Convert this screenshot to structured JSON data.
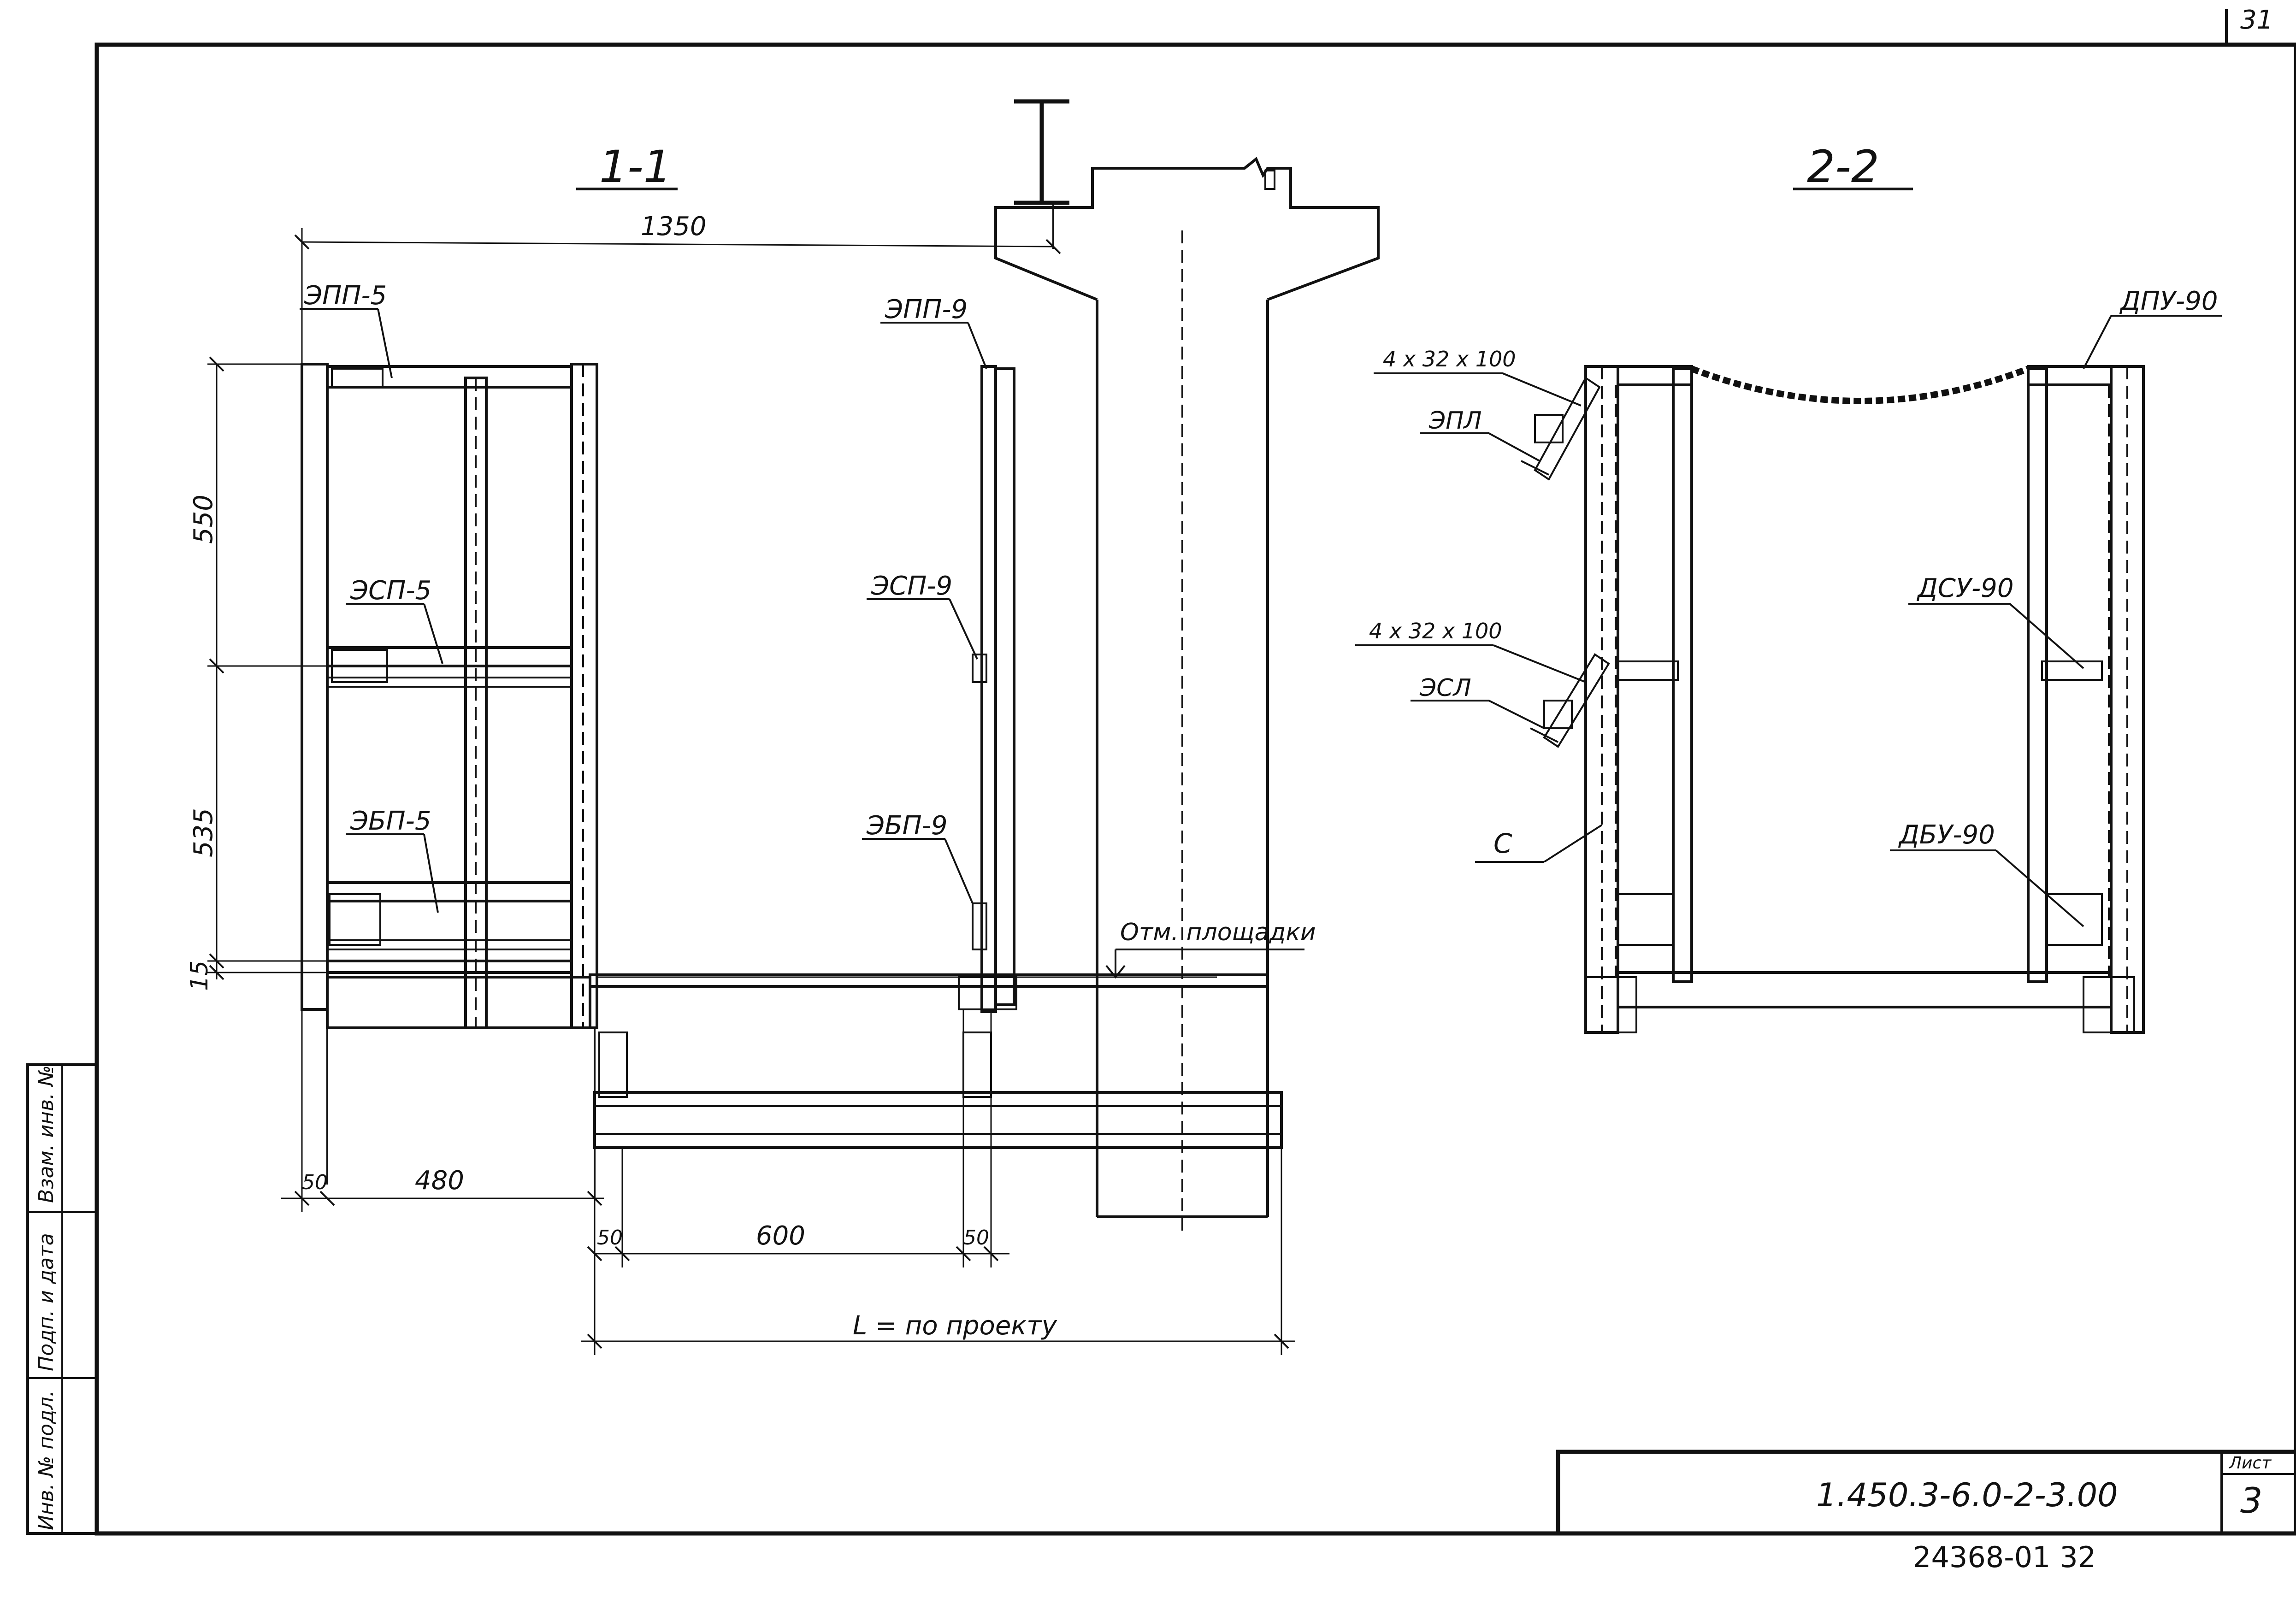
{
  "sheet_number_top": "31",
  "sections": {
    "s1": {
      "title": "1-1",
      "labels": {
        "epp5": "ЭПП-5",
        "esp5": "ЭСП-5",
        "ebp5": "ЭБП-5",
        "epp9": "ЭПП-9",
        "esp9": "ЭСП-9",
        "ebp9": "ЭБП-9"
      },
      "dims": {
        "d1350": "1350",
        "d550": "550",
        "d535": "535",
        "d15": "15",
        "d50a": "50",
        "d480": "480",
        "d50b": "50",
        "d600": "600",
        "d50c": "50",
        "span": "L = по проекту"
      },
      "level_label": "Отм. площадки"
    },
    "s2": {
      "title": "2-2",
      "labels": {
        "dpu": "ДПУ-90",
        "dsu": "ДСУ-90",
        "dbu": "ДБУ-90",
        "epl": "ЭПЛ",
        "esl": "ЭСЛ",
        "c": "С",
        "bolt1": "4 x 32 x 100",
        "bolt2": "4 x 32 x 100"
      }
    }
  },
  "stamp_column": {
    "c1": "Инв. № подл.",
    "c2": "Подп. и дата",
    "c3": "Взам. инв. №"
  },
  "title_block": {
    "sheet_label": "Лист",
    "doc_code": "1.450.3-6.0-2-3.00",
    "sheet_no": "3"
  },
  "footer_code": "24368-01   32"
}
